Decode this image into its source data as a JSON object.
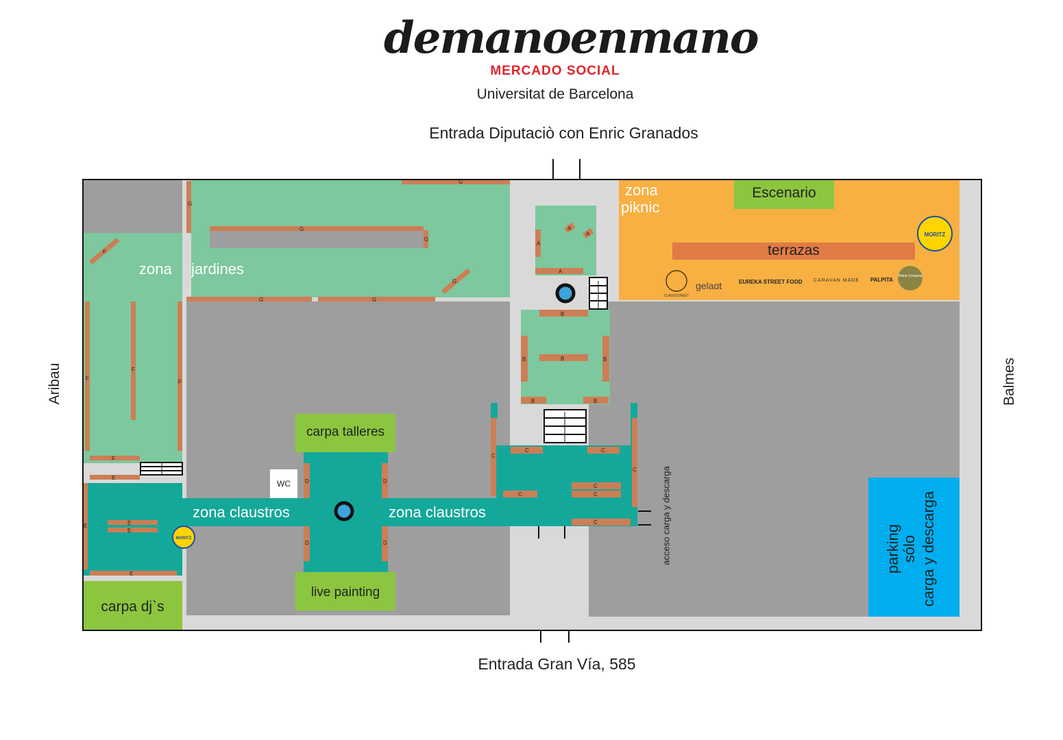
{
  "header": {
    "logo_text": "demanoenmano",
    "subtitle": "MERCADO  SOCIAL",
    "institution": "Universitat de Barcelona"
  },
  "entrances": {
    "top": "Entrada Diputaciò con Enric Granados",
    "bottom": "Entrada Gran Vía, 585"
  },
  "streets": {
    "left": "Aribau",
    "right": "Balmes"
  },
  "zones": {
    "jardines_left": "zona",
    "jardines_right": "jardines",
    "piknic_line1": "zona",
    "piknic_line2": "piknic",
    "escenario": "Escenario",
    "terrazas": "terrazas",
    "carpa_talleres": "carpa talleres",
    "live_painting": "live painting",
    "carpa_djs": "carpa dj`s",
    "claustros_left": "zona claustros",
    "claustros_right": "zona claustros",
    "wc": "WC",
    "acceso": "acceso carga y descarga",
    "parking_line1": "parking",
    "parking_line2": "sólo",
    "parking_line3": "carga y descarga"
  },
  "stall_letters": {
    "a": "A",
    "b": "B",
    "c": "C",
    "d": "D",
    "e": "E",
    "f": "F",
    "g": "G"
  },
  "sponsors": {
    "moritz": "MORITZ",
    "food_brands": [
      "CLAUSSTREET",
      "gelaɑt",
      "EUREKA STREET FOOD",
      "CARAVAN MADE",
      "PALPITA",
      "Reina Croqueta"
    ]
  },
  "colors": {
    "garden": "#7dc89e",
    "cloister": "#14a89a",
    "piknic": "#f8b043",
    "green_tent": "#8cc63f",
    "parking": "#00aeef",
    "stall": "#cd7e55",
    "building": "#9e9e9e",
    "path": "#d9d9d9",
    "info_point": "#3da3d9"
  },
  "icons": [
    "info-point-icon",
    "stairs-icon",
    "moritz-logo-icon"
  ]
}
